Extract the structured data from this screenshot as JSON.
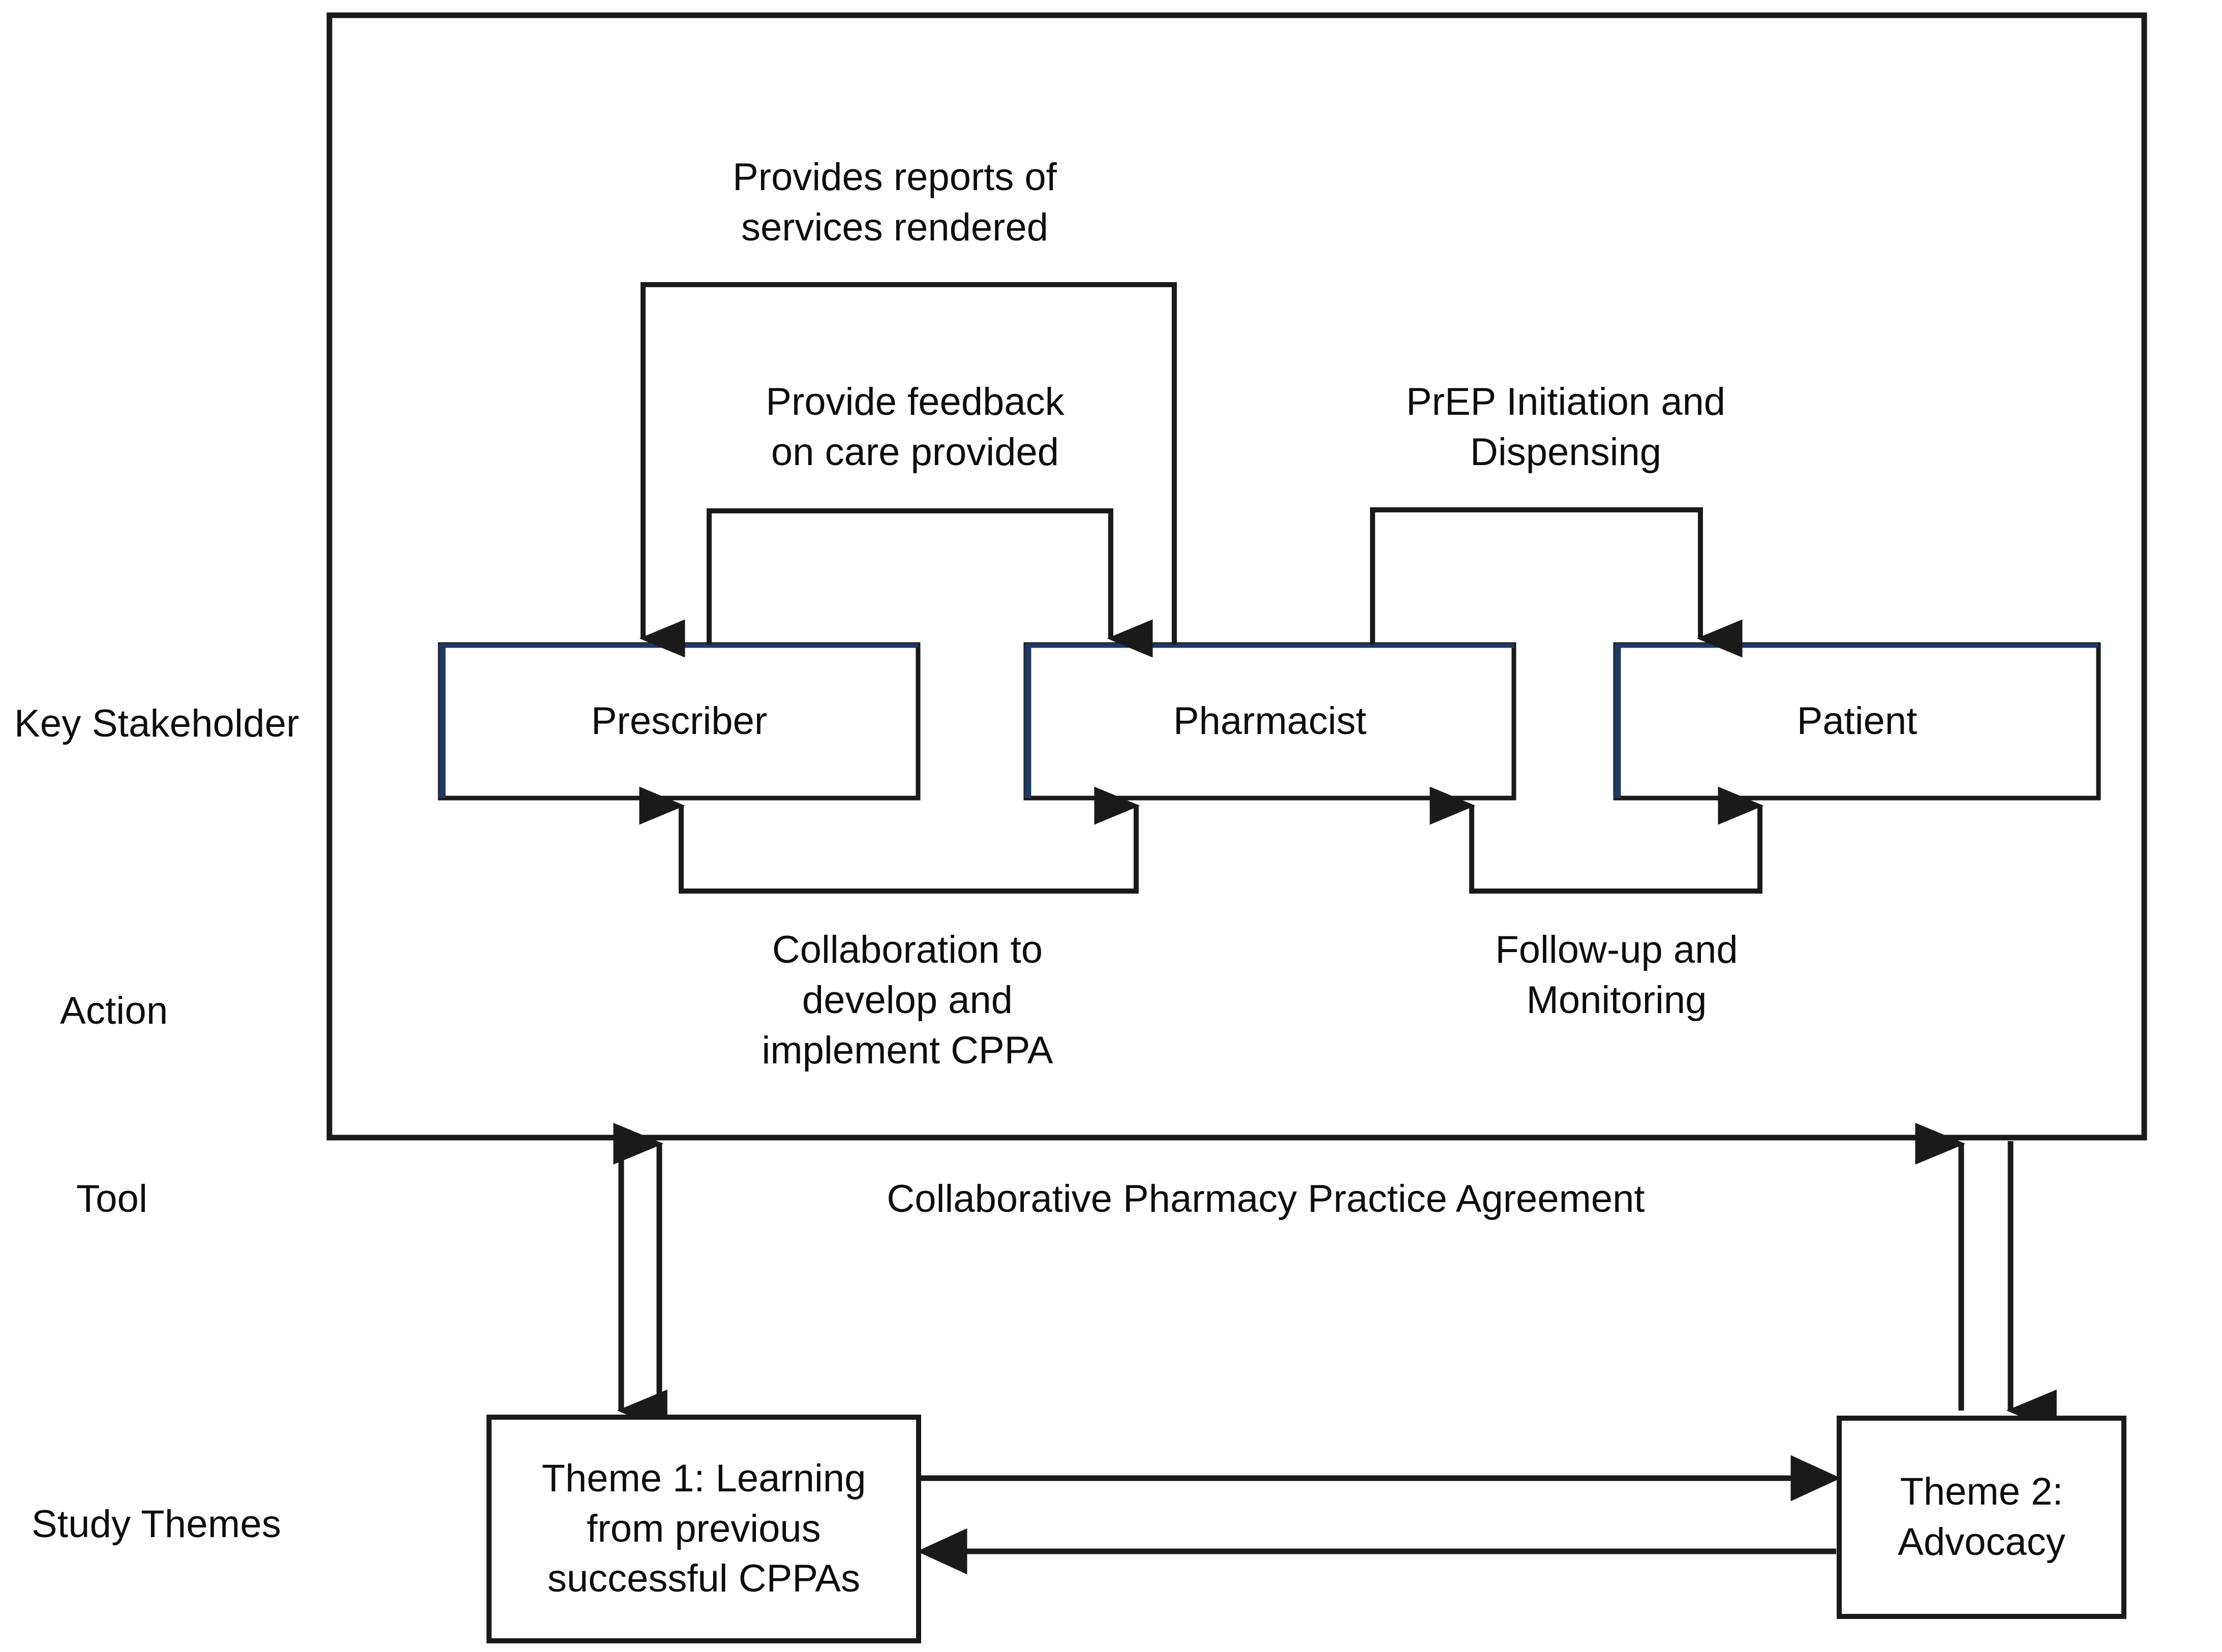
{
  "figure": {
    "type": "conceptual-framework-flow-diagram",
    "background_color": "#ffffff",
    "line_color": "#1a1a1a",
    "node_accent_color": "#1f3864",
    "text_color": "#0d0d0d"
  },
  "row_labels": [
    {
      "id": "key-stakeholder",
      "text": "Key Stakeholder"
    },
    {
      "id": "action",
      "text": "Action"
    },
    {
      "id": "tool",
      "text": "Tool"
    },
    {
      "id": "study-themes",
      "text": "Study Themes"
    }
  ],
  "stakeholders": [
    {
      "id": "prescriber",
      "label": "Prescriber"
    },
    {
      "id": "pharmacist",
      "label": "Pharmacist"
    },
    {
      "id": "patient",
      "label": "Patient"
    }
  ],
  "edge_labels": [
    {
      "id": "reports-of-services",
      "text": "Provides reports of\nservices rendered",
      "from": "pharmacist",
      "to": "prescriber"
    },
    {
      "id": "provide-feedback",
      "text": "Provide feedback\non care provided",
      "from": "prescriber",
      "to": "pharmacist"
    },
    {
      "id": "prep-initiation",
      "text": "PrEP Initiation and\nDispensing",
      "from": "pharmacist",
      "to": "patient"
    },
    {
      "id": "collaboration-cppa",
      "text": "Collaboration to\ndevelop and\nimplement CPPA",
      "from": "prescriber",
      "to": "pharmacist"
    },
    {
      "id": "follow-up-monitoring",
      "text": "Follow-up and\nMonitoring",
      "from": "pharmacist",
      "to": "patient"
    }
  ],
  "tool": {
    "label": "Collaborative Pharmacy Practice Agreement"
  },
  "themes": [
    {
      "id": "theme-1",
      "text": "Theme 1: Learning\nfrom previous\nsuccessful CPPAs"
    },
    {
      "id": "theme-2",
      "text": "Theme 2:\nAdvocacy"
    }
  ]
}
